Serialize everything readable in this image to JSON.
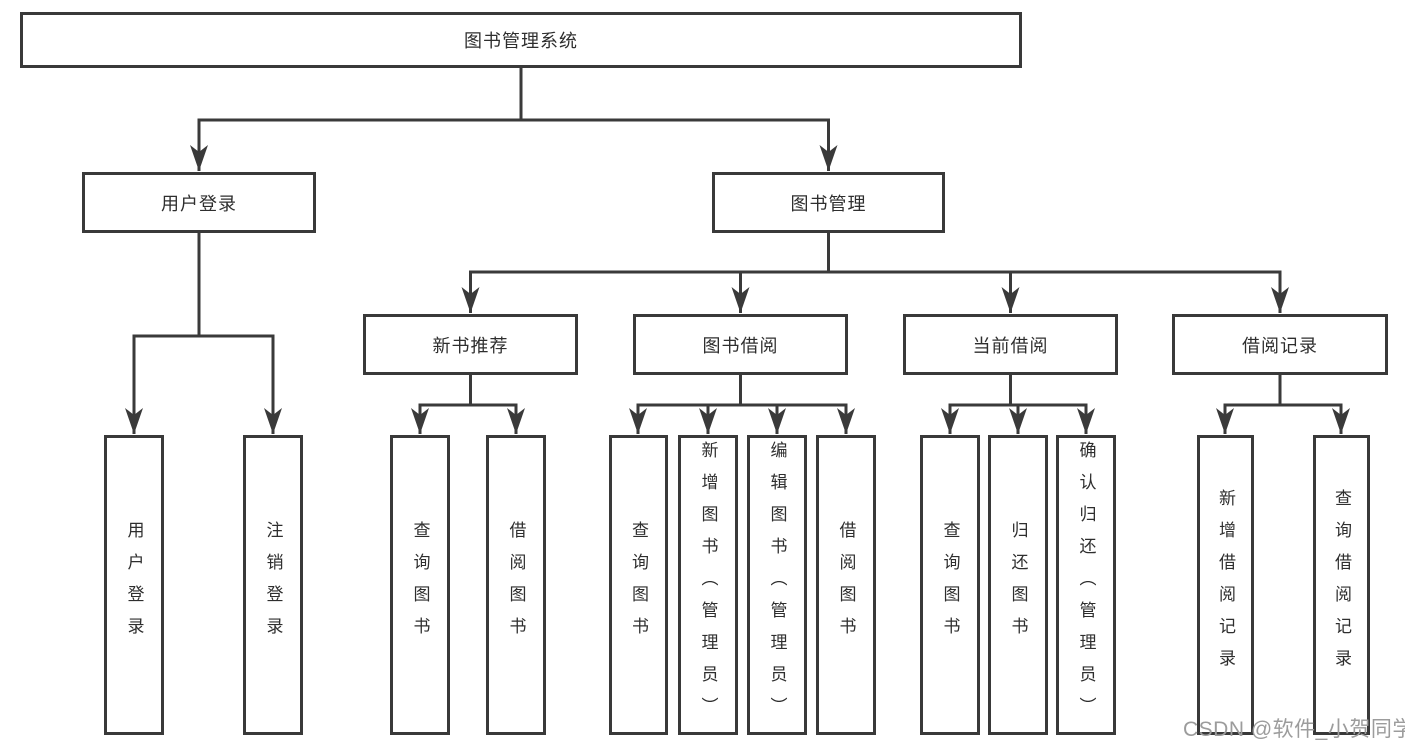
{
  "tree": {
    "label": "图书管理系统",
    "children": [
      {
        "label": "用户登录",
        "children": [
          {
            "label": "用户登录"
          },
          {
            "label": "注销登录"
          }
        ]
      },
      {
        "label": "图书管理",
        "children": [
          {
            "label": "新书推荐",
            "children": [
              {
                "label": "查询图书"
              },
              {
                "label": "借阅图书"
              }
            ]
          },
          {
            "label": "图书借阅",
            "children": [
              {
                "label": "查询图书"
              },
              {
                "label": "新增图书（管理员）"
              },
              {
                "label": "编辑图书（管理员）"
              },
              {
                "label": "借阅图书"
              }
            ]
          },
          {
            "label": "当前借阅",
            "children": [
              {
                "label": "查询图书"
              },
              {
                "label": "归还图书"
              },
              {
                "label": "确认归还（管理员）"
              }
            ]
          },
          {
            "label": "借阅记录",
            "children": [
              {
                "label": "新增借阅记录"
              },
              {
                "label": "查询借阅记录"
              }
            ]
          }
        ]
      }
    ]
  },
  "watermark": {
    "text": "CSDN @软件_小贺同学"
  },
  "colors": {
    "line": "#3a3a3a",
    "box_border": "#393939",
    "box_fill": "#ffffff",
    "text": "#2e2e2e",
    "watermark": "#9c9c9c",
    "background": "#ffffff"
  }
}
